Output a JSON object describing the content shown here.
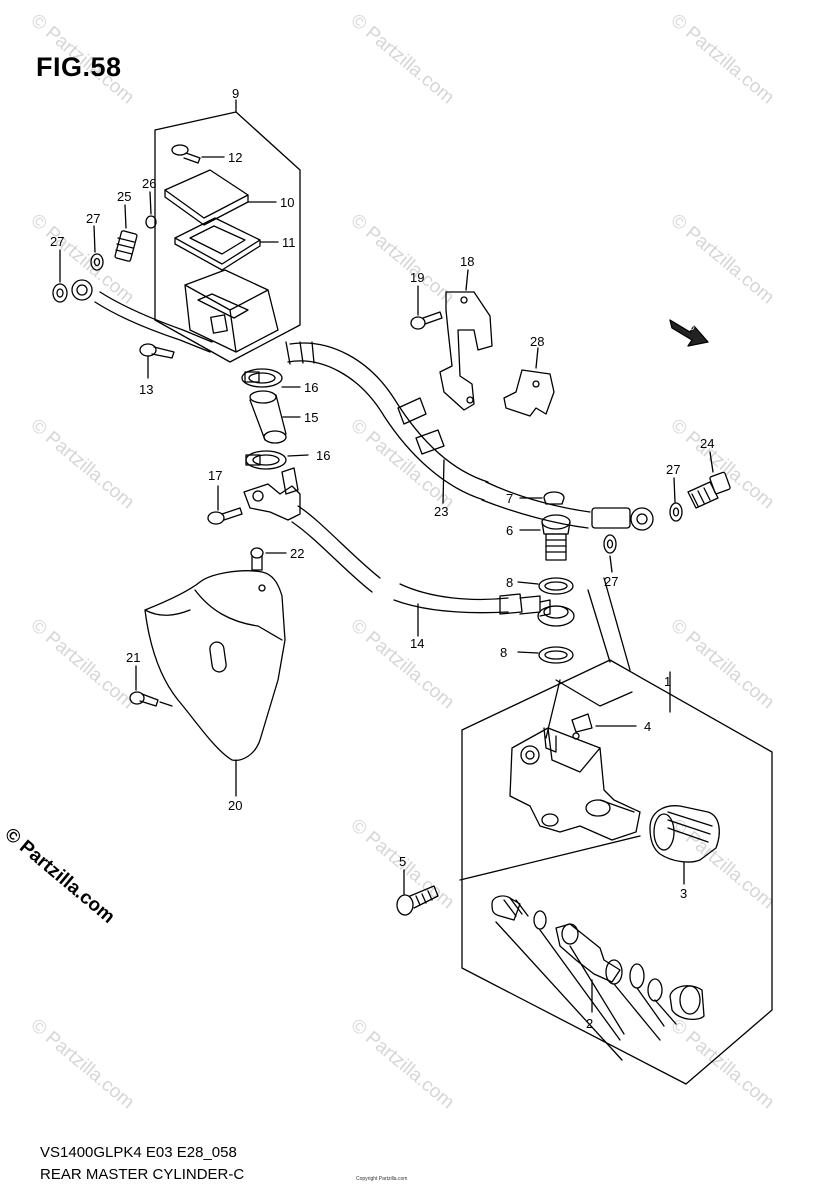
{
  "figure": {
    "title": "FIG.58",
    "model_code": "VS1400GLPK4 E03 E28_058",
    "assembly_name": "REAR MASTER CYLINDER-C",
    "copyright_side": "© Partzilla.com",
    "copyright_small": "Copyright Partzilla.com",
    "watermark": "© Partzilla.com",
    "direction_label": "FWD"
  },
  "part_numbers": {
    "p1": "1",
    "p2": "2",
    "p3": "3",
    "p4": "4",
    "p5": "5",
    "p6": "6",
    "p7": "7",
    "p8a": "8",
    "p8b": "8",
    "p9": "9",
    "p10": "10",
    "p11": "11",
    "p12": "12",
    "p13": "13",
    "p14": "14",
    "p15": "15",
    "p16a": "16",
    "p16b": "16",
    "p17": "17",
    "p18": "18",
    "p19": "19",
    "p20": "20",
    "p21": "21",
    "p22": "22",
    "p23": "23",
    "p24": "24",
    "p25": "25",
    "p26": "26",
    "p27a": "27",
    "p27b": "27",
    "p27c": "27",
    "p27d": "27",
    "p28": "28"
  }
}
